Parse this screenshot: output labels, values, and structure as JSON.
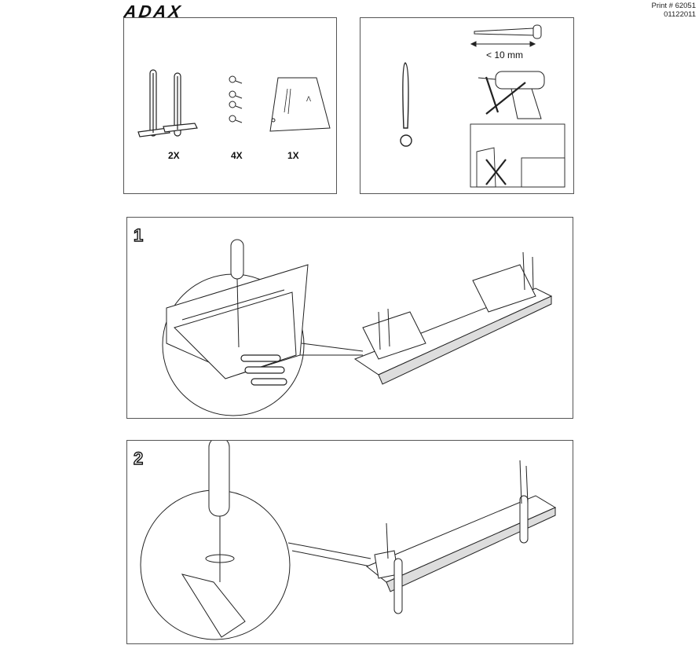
{
  "header": {
    "brand": "ADAX",
    "print_number": "Print # 62051",
    "print_code": "01122011"
  },
  "parts": {
    "legs_qty": "2X",
    "screws_qty": "4X",
    "template_qty": "1X"
  },
  "warnings": {
    "screw_length": "< 10 mm"
  },
  "steps": [
    {
      "number": "1"
    },
    {
      "number": "2"
    }
  ]
}
